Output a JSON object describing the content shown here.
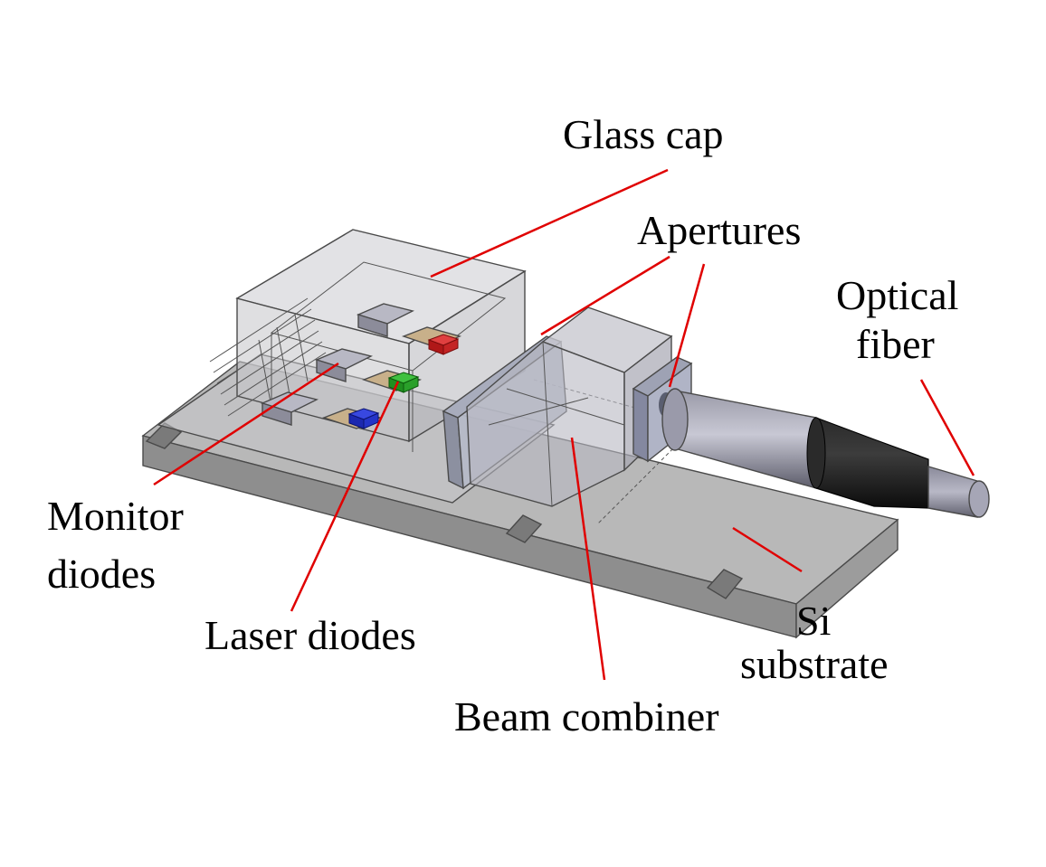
{
  "labels": {
    "glass_cap": "Glass cap",
    "apertures": "Apertures",
    "optical_fiber_line1": "Optical",
    "optical_fiber_line2": "fiber",
    "monitor_diodes_line1": "Monitor",
    "monitor_diodes_line2": "diodes",
    "laser_diodes": "Laser diodes",
    "si_substrate_line1": "Si",
    "si_substrate_line2": "substrate",
    "beam_combiner": "Beam combiner"
  },
  "colors": {
    "leader_line": "#e00000",
    "laser_red": "#d42020",
    "laser_green": "#2aa02a",
    "laser_blue": "#2030c0",
    "substrate": "#b4b4b4",
    "fiber_ferrule": "#7c7c8c",
    "fiber_jacket": "#1e1e1e"
  }
}
